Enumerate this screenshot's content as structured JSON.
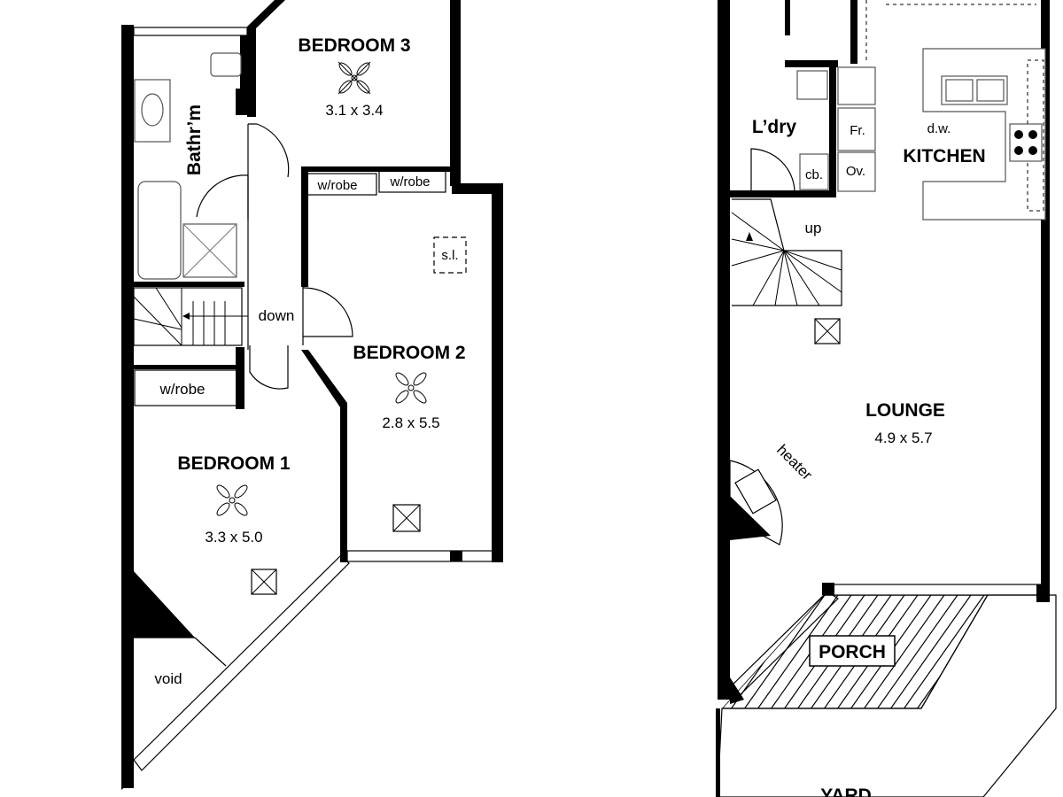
{
  "rooms": {
    "bedroom3": {
      "name": "BEDROOM 3",
      "dims": "3.1 x 3.4"
    },
    "bedroom2": {
      "name": "BEDROOM 2",
      "dims": "2.8 x 5.5"
    },
    "bedroom1": {
      "name": "BEDROOM 1",
      "dims": "3.3 x 5.0"
    },
    "lounge": {
      "name": "LOUNGE",
      "dims": "4.9 x 5.7"
    },
    "kitchen": {
      "name": "KITCHEN"
    },
    "laundry": {
      "name": "L’dry"
    },
    "bathroom": {
      "name": "Bathr’m"
    },
    "porch": {
      "name": "PORCH"
    },
    "yard": {
      "name": "YARD"
    }
  },
  "labels": {
    "wrobe_a": "w/robe",
    "wrobe_b": "w/robe",
    "wrobe_c": "w/robe",
    "down": "down",
    "up": "up",
    "void": "void",
    "heater": "heater",
    "skylight": "s.l.",
    "fridge": "Fr.",
    "oven": "Ov.",
    "dishwasher": "d.w.",
    "cupboard": "cb."
  }
}
